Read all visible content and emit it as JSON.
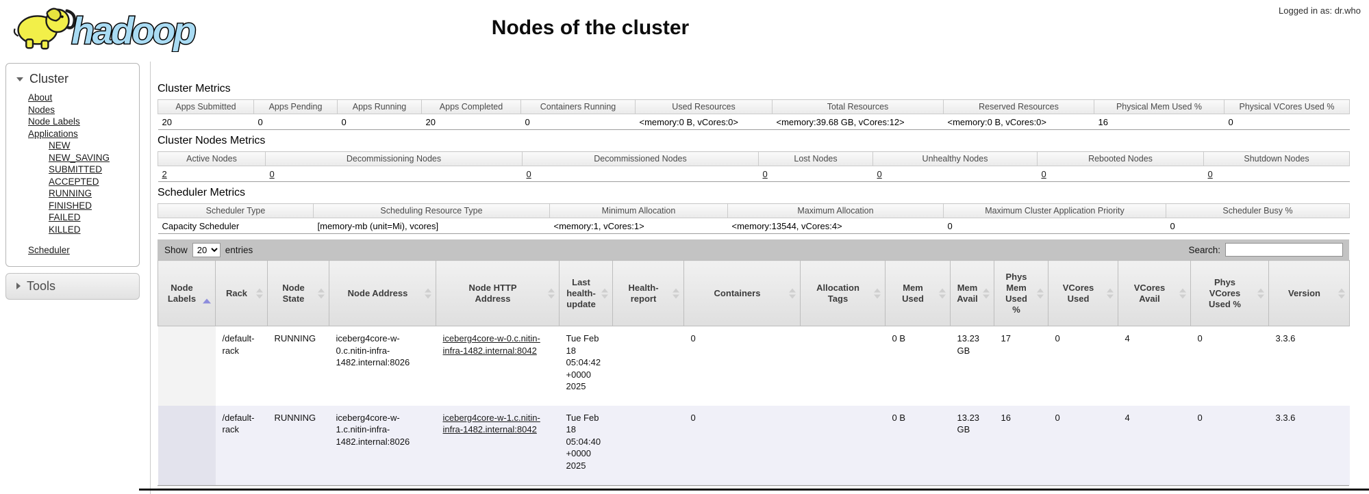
{
  "header": {
    "logo_text": "hadoop",
    "title": "Nodes of the cluster",
    "logged_in_as": "Logged in as: dr.who"
  },
  "sidebar": {
    "cluster": {
      "title": "Cluster",
      "links": [
        "About",
        "Nodes",
        "Node Labels",
        "Applications"
      ],
      "app_states": [
        "NEW",
        "NEW_SAVING",
        "SUBMITTED",
        "ACCEPTED",
        "RUNNING",
        "FINISHED",
        "FAILED",
        "KILLED"
      ],
      "scheduler": "Scheduler"
    },
    "tools": {
      "title": "Tools"
    }
  },
  "cluster_metrics": {
    "heading": "Cluster Metrics",
    "columns": [
      "Apps Submitted",
      "Apps Pending",
      "Apps Running",
      "Apps Completed",
      "Containers Running",
      "Used Resources",
      "Total Resources",
      "Reserved Resources",
      "Physical Mem Used %",
      "Physical VCores Used %"
    ],
    "values": [
      "20",
      "0",
      "0",
      "20",
      "0",
      "<memory:0 B, vCores:0>",
      "<memory:39.68 GB, vCores:12>",
      "<memory:0 B, vCores:0>",
      "16",
      "0"
    ]
  },
  "cluster_nodes_metrics": {
    "heading": "Cluster Nodes Metrics",
    "columns": [
      "Active Nodes",
      "Decommissioning Nodes",
      "Decommissioned Nodes",
      "Lost Nodes",
      "Unhealthy Nodes",
      "Rebooted Nodes",
      "Shutdown Nodes"
    ],
    "values": [
      "2",
      "0",
      "0",
      "0",
      "0",
      "0",
      "0"
    ]
  },
  "scheduler_metrics": {
    "heading": "Scheduler Metrics",
    "columns": [
      "Scheduler Type",
      "Scheduling Resource Type",
      "Minimum Allocation",
      "Maximum Allocation",
      "Maximum Cluster Application Priority",
      "Scheduler Busy %"
    ],
    "values": [
      "Capacity Scheduler",
      "[memory-mb (unit=Mi), vcores]",
      "<memory:1, vCores:1>",
      "<memory:13544, vCores:4>",
      "0",
      "0"
    ]
  },
  "controls": {
    "show_label": "Show",
    "page_size": "20",
    "entries_label": "entries",
    "search_label": "Search:",
    "search_value": ""
  },
  "nodes_table": {
    "columns": [
      "Node Labels",
      "Rack",
      "Node State",
      "Node Address",
      "Node HTTP Address",
      "Last health-update",
      "Health-report",
      "Containers",
      "Allocation Tags",
      "Mem Used",
      "Mem Avail",
      "Phys Mem Used %",
      "VCores Used",
      "VCores Avail",
      "Phys VCores Used %",
      "Version"
    ],
    "rows": [
      {
        "node_labels": "",
        "rack": "/default-rack",
        "node_state": "RUNNING",
        "node_address": "iceberg4core-w-0.c.nitin-infra-1482.internal:8026",
        "node_http_address": "iceberg4core-w-0.c.nitin-infra-1482.internal:8042",
        "last_health_update": "Tue Feb 18 05:04:42 +0000 2025",
        "health_report": "",
        "containers": "0",
        "allocation_tags": "",
        "mem_used": "0 B",
        "mem_avail": "13.23 GB",
        "phys_mem_used_pct": "17",
        "vcores_used": "0",
        "vcores_avail": "4",
        "phys_vcores_used_pct": "0",
        "version": "3.3.6"
      },
      {
        "node_labels": "",
        "rack": "/default-rack",
        "node_state": "RUNNING",
        "node_address": "iceberg4core-w-1.c.nitin-infra-1482.internal:8026",
        "node_http_address": "iceberg4core-w-1.c.nitin-infra-1482.internal:8042",
        "last_health_update": "Tue Feb 18 05:04:40 +0000 2025",
        "health_report": "",
        "containers": "0",
        "allocation_tags": "",
        "mem_used": "0 B",
        "mem_avail": "13.23 GB",
        "phys_mem_used_pct": "16",
        "vcores_used": "0",
        "vcores_avail": "4",
        "phys_vcores_used_pct": "0",
        "version": "3.3.6"
      }
    ]
  }
}
